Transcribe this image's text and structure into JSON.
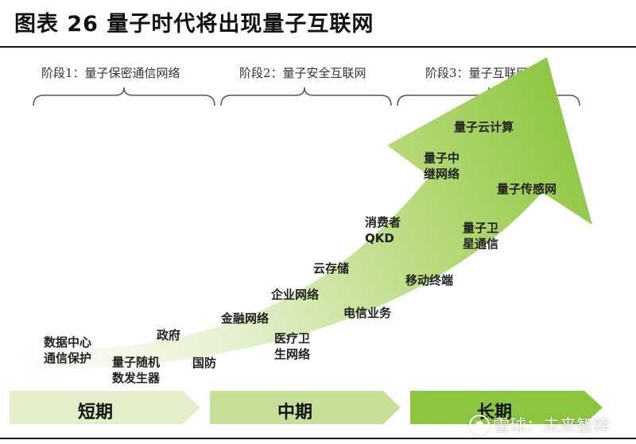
{
  "title": "图表 26 量子时代将出现量子互联网",
  "stages": [
    {
      "label": "阶段1：量子保密通信网络"
    },
    {
      "label": "阶段2：量子安全互联网"
    },
    {
      "label": "阶段3：量子互联网"
    }
  ],
  "nodes": {
    "data_center": "数据中心",
    "data_center_2": "通信保护",
    "qrng": "量子随机",
    "qrng_2": "数发生器",
    "government": "政府",
    "defense": "国防",
    "financial": "金融网络",
    "medical": "医疗卫",
    "medical_2": "生网络",
    "enterprise": "企业网络",
    "telecom": "电信业务",
    "cloud_storage": "云存储",
    "mobile": "移动终端",
    "consumer": "消费者",
    "consumer_2": "QKD",
    "satellite": "量子卫",
    "satellite_2": "星通信",
    "relay": "量子中",
    "relay_2": "继网络",
    "sensor_net": "量子传感网",
    "cloud_compute": "量子云计算"
  },
  "periods": [
    {
      "label": "短期"
    },
    {
      "label": "中期"
    },
    {
      "label": "长期"
    }
  ],
  "watermark": "雪球：未来智库",
  "colors": {
    "arrow_light": "#f2f8e6",
    "arrow_dark": "#8cc63f",
    "band_light": "#e2efca",
    "band_mid": "#c6e09a",
    "band_dark": "#8cc63f",
    "text": "#222222"
  }
}
